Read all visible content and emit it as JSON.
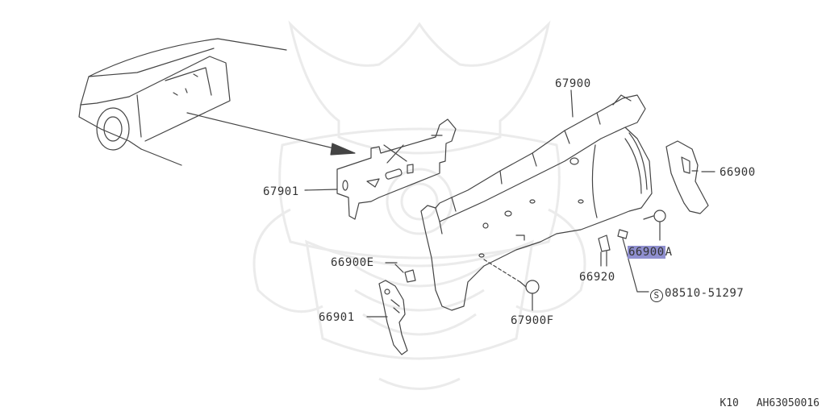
{
  "parts": [
    {
      "id": "p67900",
      "code": "67900"
    },
    {
      "id": "p67901",
      "code": "67901"
    },
    {
      "id": "p66900",
      "code": "66900"
    },
    {
      "id": "p66900A_main",
      "code": "66900"
    },
    {
      "id": "p66900A_suffix",
      "code": "A"
    },
    {
      "id": "p66900E",
      "code": "66900E"
    },
    {
      "id": "p66920",
      "code": "66920"
    },
    {
      "id": "p66901",
      "code": "66901"
    },
    {
      "id": "p67900F",
      "code": "67900F"
    },
    {
      "id": "pScrew",
      "code": "08510-51297",
      "symbol": "S"
    }
  ],
  "footer": {
    "model": "K10",
    "ref": "AH63050016"
  },
  "colors": {
    "line": "#444444",
    "highlight": "#8f8fcf",
    "watermark": "#ebebeb"
  }
}
